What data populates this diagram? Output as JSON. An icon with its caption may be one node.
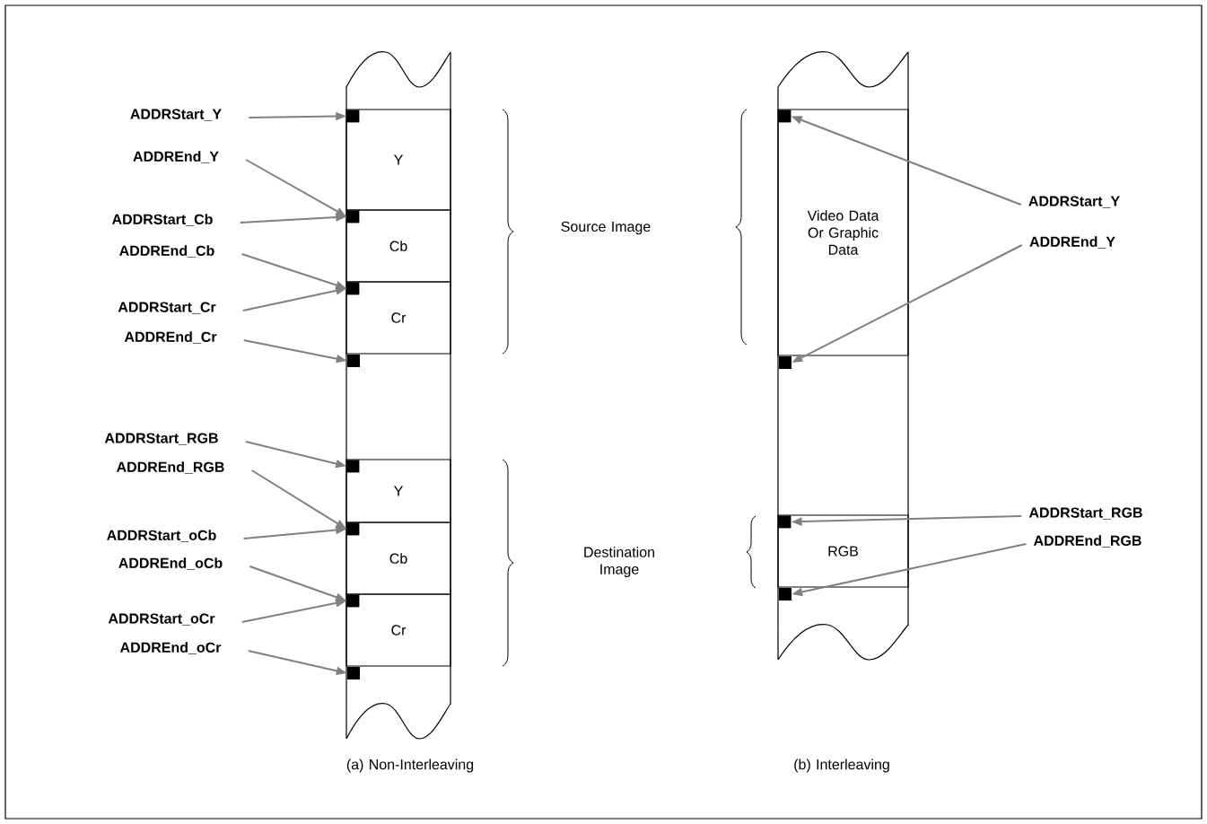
{
  "diagram": {
    "nodes": [
      {
        "text": [
          "ADDRStart_Y"
        ]
      },
      {
        "text": [
          "ADDREnd_Y"
        ]
      },
      {
        "text": [
          "ADDRStart_Cb"
        ]
      },
      {
        "text": [
          "ADDREnd_Cb"
        ]
      },
      {
        "text": [
          "ADDRStart_Cr"
        ]
      },
      {
        "text": [
          "ADDREnd_Cr"
        ]
      },
      {
        "text": [
          "ADDRStart_RGB"
        ]
      },
      {
        "text": [
          "ADDREnd_RGB"
        ]
      },
      {
        "text": [
          "ADDRStart_oCb"
        ]
      },
      {
        "text": [
          "ADDREnd_oCb"
        ]
      },
      {
        "text": [
          "ADDRStart_oCr"
        ]
      },
      {
        "text": [
          "ADDREnd_oCr"
        ]
      },
      {
        "text": [
          "Y"
        ]
      },
      {
        "text": [
          "Cb"
        ]
      },
      {
        "text": [
          "Cr"
        ]
      },
      {
        "text": [
          "Y"
        ]
      },
      {
        "text": [
          "Cb"
        ]
      },
      {
        "text": [
          "Cr"
        ]
      },
      {
        "text": [],
        "shape": "box",
        "in": 12
      },
      {
        "text": [],
        "shape": "box",
        "in": 13
      },
      {
        "text": [],
        "shape": "box",
        "in": 14
      },
      {
        "text": [],
        "shape": "box"
      },
      {
        "text": [],
        "shape": "box",
        "in": 15
      },
      {
        "text": [],
        "shape": "box",
        "in": 16
      },
      {
        "text": [],
        "shape": "box",
        "in": 17
      },
      {
        "text": [],
        "shape": "box"
      },
      {
        "text": [
          "Video Data Or Graphic Data"
        ]
      },
      {
        "text": [
          "RGB"
        ]
      },
      {
        "text": [],
        "shape": "box",
        "in": 26
      },
      {
        "text": [],
        "shape": "box"
      },
      {
        "text": [],
        "shape": "box",
        "in": 27
      },
      {
        "text": [],
        "shape": "box"
      },
      {
        "text": [
          "ADDRStart_Y"
        ]
      },
      {
        "text": [
          "ADDREnd_Y"
        ]
      },
      {
        "text": [
          "ADDRStart_RGB"
        ]
      },
      {
        "text": [
          "ADDREnd_RGB"
        ]
      }
    ],
    "edges": [
      {
        "from": 0,
        "to": 18,
        "arrow": "to"
      },
      {
        "from": 1,
        "to": 19,
        "arrow": "to"
      },
      {
        "from": 2,
        "to": 19,
        "arrow": "to"
      },
      {
        "from": 3,
        "to": 20,
        "arrow": "to"
      },
      {
        "from": 4,
        "to": 20,
        "arrow": "to"
      },
      {
        "from": 5,
        "to": 21,
        "arrow": "to"
      },
      {
        "from": 6,
        "to": 22,
        "arrow": "to"
      },
      {
        "from": 7,
        "to": 23,
        "arrow": "to"
      },
      {
        "from": 8,
        "to": 23,
        "arrow": "to"
      },
      {
        "from": 9,
        "to": 24,
        "arrow": "to"
      },
      {
        "from": 10,
        "to": 24,
        "arrow": "to"
      },
      {
        "from": 11,
        "to": 25,
        "arrow": "to"
      },
      {
        "from": 32,
        "to": 28,
        "arrow": "to"
      },
      {
        "from": 33,
        "to": 29,
        "arrow": "to"
      },
      {
        "from": 34,
        "to": 30,
        "arrow": "to"
      },
      {
        "from": 35,
        "to": 31,
        "arrow": "to"
      }
    ],
    "labels": [
      "Source Image",
      "Destination Image",
      "(a) Non-Interleaving",
      "(b) Interleaving"
    ]
  }
}
